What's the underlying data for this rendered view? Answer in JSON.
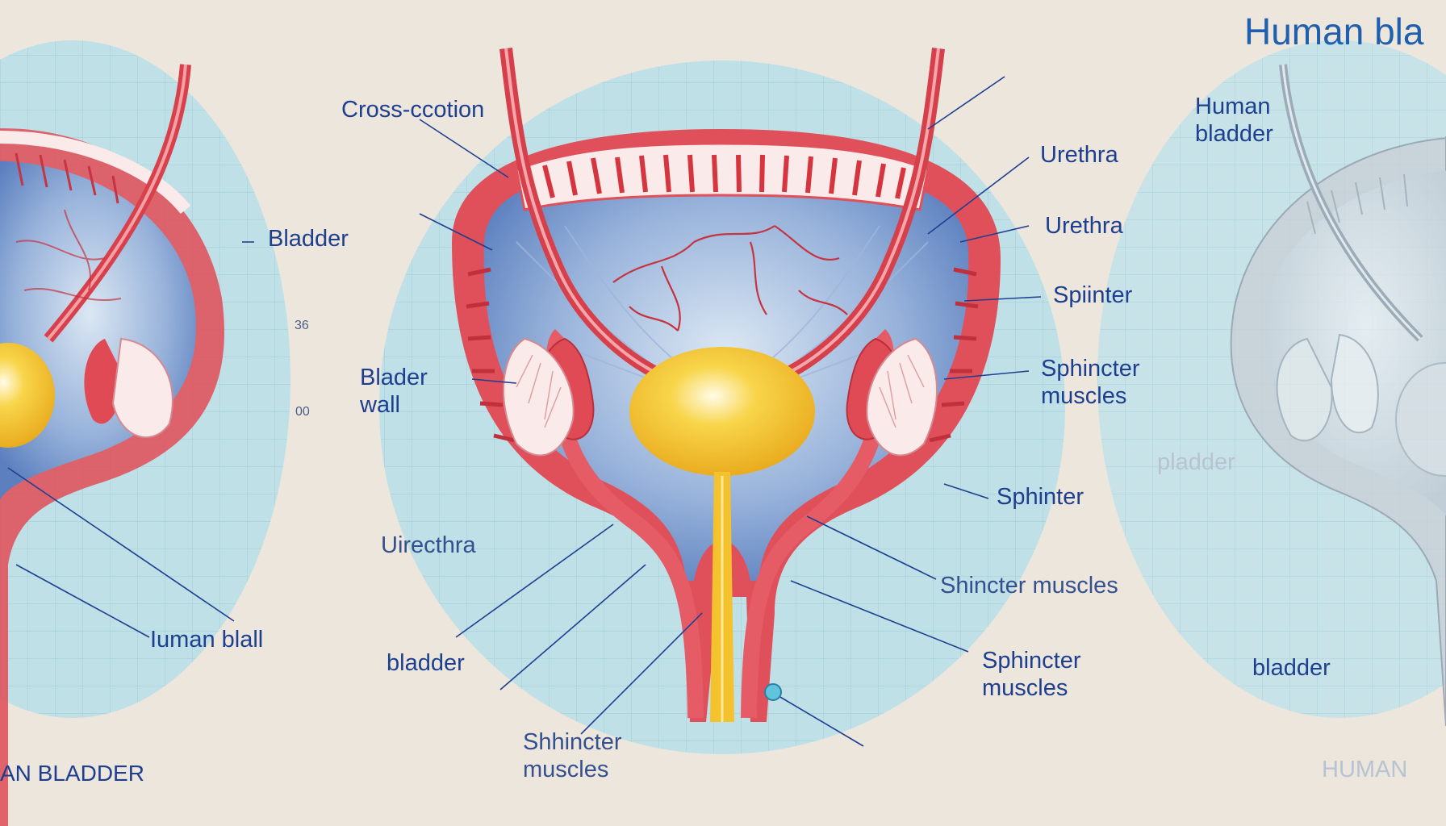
{
  "title": "Human bla",
  "colors": {
    "background": "#ece6dd",
    "grid_panel": "#bfe0e6",
    "grid_lines": "#a9d3dc",
    "muscle_red": "#e0505a",
    "bladder_interior": "#6f8fc4",
    "urine_yellow": "#f2c42a",
    "label_blue": "#1e3f8f",
    "leader_line": "#1f3f90"
  },
  "labels": {
    "cross_section": "Cross-ccotion",
    "urethra_top": "Urethra",
    "urethra_mid": "Urethra",
    "spinter": "Spiinter",
    "sphincter_muscles_right": "Sphincter\nmuscles",
    "sphinter_right": "Sphinter",
    "shinter_muscles": "Shincter muscles",
    "sphincter_muscles_lower_right": "Sphincter\nmuscles",
    "bladder_wall": "Blader\nwall",
    "urethra_left": "Uirecthra",
    "bladder_center": "bladder",
    "shincter_bottom": "Shhincter\nmuscles",
    "left_bladder": "Bladder",
    "left_num_1": "36",
    "left_num_2": "00",
    "left_human_ball": "Iuman   blall",
    "left_caption": "AN BLADDER",
    "right_human_bladder": "Human\nbladder",
    "right_plader": "pladder",
    "right_bladder": "bladder",
    "right_caption": "HUMAN"
  }
}
